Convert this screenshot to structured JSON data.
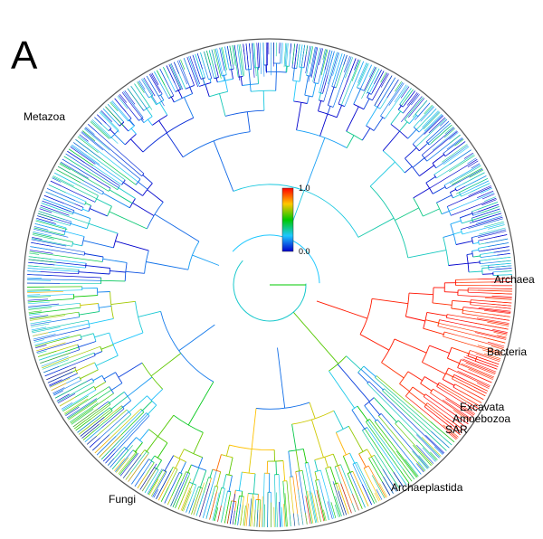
{
  "panel_label": "A",
  "colorbar": {
    "max_label": "1.0",
    "min_label": "0.0",
    "stops": [
      "#0000cc",
      "#1ec8ff",
      "#00c800",
      "#ffc800",
      "#ff0000"
    ]
  },
  "clades": [
    {
      "id": "metazoa",
      "label": "Metazoa"
    },
    {
      "id": "archaea",
      "label": "Archaea"
    },
    {
      "id": "bacteria",
      "label": "Bacteria"
    },
    {
      "id": "excavata",
      "label": "Excavata"
    },
    {
      "id": "amoebozoa",
      "label": "Amoebozoa"
    },
    {
      "id": "sar",
      "label": "SAR"
    },
    {
      "id": "archaeplastida",
      "label": "Archaeplastida"
    },
    {
      "id": "fungi",
      "label": "Fungi"
    }
  ]
}
